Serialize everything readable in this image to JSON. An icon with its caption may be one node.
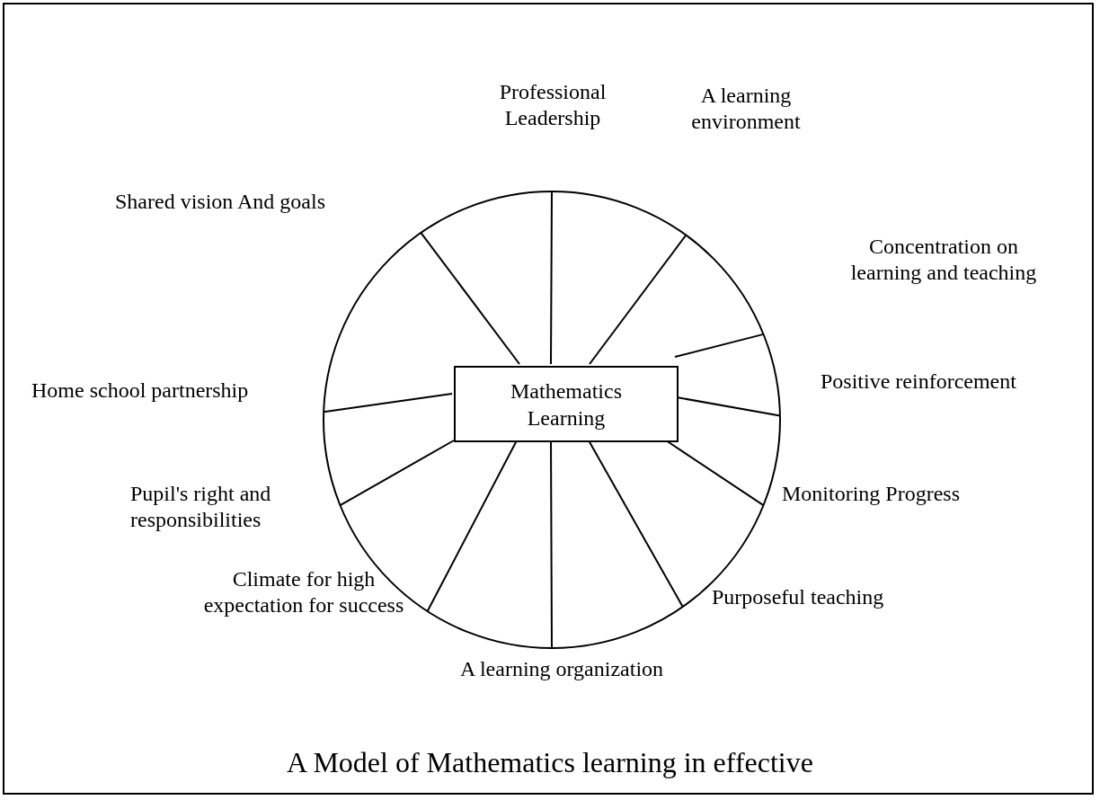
{
  "diagram": {
    "caption": "A Model of Mathematics learning in effective",
    "nodes": [
      {
        "text": [],
        "shape": "circle"
      },
      {
        "text": [
          "Mathematics Learning"
        ],
        "in": 0
      }
    ],
    "edges": [
      {
        "from": 1,
        "to": 0,
        "arrow": "none"
      },
      {
        "from": 1,
        "to": 0,
        "arrow": "none"
      },
      {
        "from": 1,
        "to": 0,
        "arrow": "none"
      },
      {
        "from": 1,
        "to": 0,
        "arrow": "none"
      },
      {
        "from": 1,
        "to": 0,
        "arrow": "none"
      },
      {
        "from": 1,
        "to": 0,
        "arrow": "none"
      },
      {
        "from": 1,
        "to": 0,
        "arrow": "none"
      },
      {
        "from": 1,
        "to": 0,
        "arrow": "none"
      },
      {
        "from": 1,
        "to": 0,
        "arrow": "none"
      },
      {
        "from": 1,
        "to": 0,
        "arrow": "none"
      },
      {
        "from": 1,
        "to": 0,
        "arrow": "none"
      }
    ],
    "labels": [
      "Professional Leadership",
      "A learning environment",
      "Shared vision And goals",
      "Concentration on learning and teaching",
      "Home school partnership",
      "Positive reinforcement",
      "Pupil's right and responsibilities",
      "Monitoring Progress",
      "Climate for high expectation for success",
      "Purposeful teaching",
      "A learning organization"
    ]
  }
}
